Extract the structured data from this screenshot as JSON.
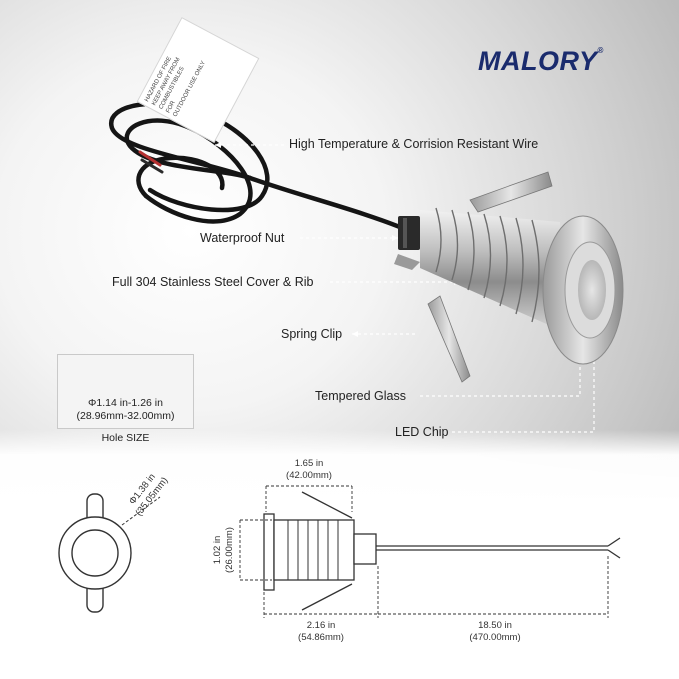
{
  "brand": {
    "name": "MALORY",
    "registered": "®"
  },
  "tag": {
    "line1": "HAZARD OF FIRE",
    "line2": "KEEP AWAY FROM",
    "line3": "COMBUSTIBLES",
    "line4": "FOR",
    "line5": "OUTDOOR USE ONLY"
  },
  "callouts": {
    "wire": "High Temperature & Corrision Resistant Wire",
    "nut": "Waterproof Nut",
    "cover": "Full 304 Stainless Steel Cover & Rib",
    "clip": "Spring Clip",
    "glass": "Tempered Glass",
    "chip": "LED Chip"
  },
  "hole": {
    "line1": "Φ1.14 in-1.26 in",
    "line2": "(28.96mm-32.00mm)",
    "title": "Hole SIZE"
  },
  "dimensions": {
    "face_in": "Φ1.38 in",
    "face_mm": "(35.05mm)",
    "width_in": "1.65 in",
    "width_mm": "(42.00mm)",
    "height_in": "1.02 in",
    "height_mm": "(26.00mm)",
    "body_in": "2.16 in",
    "body_mm": "(54.86mm)",
    "wire_in": "18.50 in",
    "wire_mm": "(470.00mm)"
  },
  "colors": {
    "brand": "#1a2b6d",
    "dash": "#ffffff",
    "dim_dash": "#333333"
  }
}
